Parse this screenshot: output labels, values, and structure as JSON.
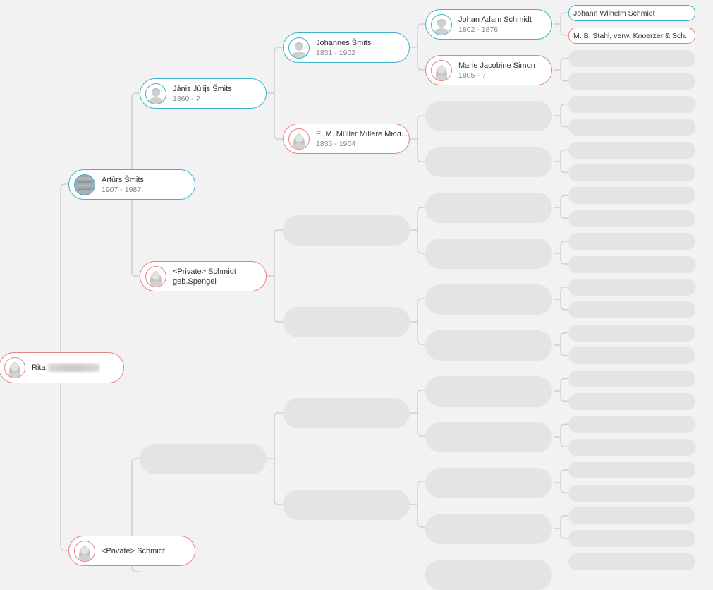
{
  "persons": {
    "root": {
      "name": "Rita",
      "dates": "",
      "gender": "female",
      "name_redacted": true
    },
    "father": {
      "name": "Artūrs Šmits",
      "dates": "1907 - 1987",
      "gender": "male",
      "photo": true
    },
    "mother": {
      "name": "<Private> Schmidt",
      "dates": "",
      "gender": "female"
    },
    "pat_grandfather": {
      "name": "Jānis Jūlijs Šmits",
      "dates": "1860 - ?",
      "gender": "male"
    },
    "pat_grandmother": {
      "name": "<Private> Schmidt geb.Spengel",
      "dates": "",
      "gender": "female"
    },
    "ggf": {
      "name": "Johannes Šmits",
      "dates": "1831 - 1902",
      "gender": "male"
    },
    "ggm": {
      "name": "E. M. Müller Millere Mюл...",
      "dates": "1835 - 1904",
      "gender": "female"
    },
    "gggf": {
      "name": "Johan Adam Schmidt",
      "dates": "1802 - 1876",
      "gender": "male"
    },
    "gggm": {
      "name": "Marie Jacobine Simon",
      "dates": "1805 - ?",
      "gender": "female"
    },
    "ggggf": {
      "name": "Johann Wilhelm Schmidt",
      "gender": "male"
    },
    "ggggm": {
      "name": "M. B. Stahl, verw. Knoerzer & Sch...",
      "gender": "female"
    }
  },
  "colors": {
    "background": "#f2f2f2",
    "male_border": "#3fb3c8",
    "female_border": "#e8827e",
    "placeholder": "#e4e4e4",
    "connector": "#d0d0d0"
  },
  "icons": {
    "male": "male-silhouette-icon",
    "female": "female-silhouette-icon",
    "photo": "person-photo"
  }
}
